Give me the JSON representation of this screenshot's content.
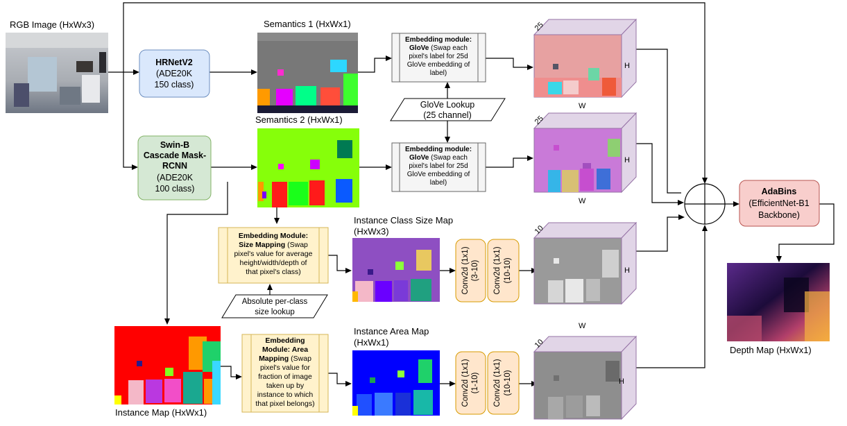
{
  "input": {
    "label": "RGB Image (HxWx3)"
  },
  "models": {
    "hrnet": {
      "name": "HRNetV2",
      "line1": "(ADE20K",
      "line2": "150 class)",
      "fill": "#dae8fc",
      "stroke": "#6c8ebf"
    },
    "swin": {
      "name1": "Swin-B",
      "name2": "Cascade Mask-",
      "name3": "RCNN",
      "line1": "(ADE20K",
      "line2": "100 class)",
      "fill": "#d5e8d4",
      "stroke": "#82b366"
    },
    "adabins": {
      "name": "AdaBins",
      "line1": "(EfficientNet-B1",
      "line2": "Backbone)",
      "fill": "#f8cecc",
      "stroke": "#b85450"
    }
  },
  "maps": {
    "sem1": "Semantics 1 (HxWx1)",
    "sem2": "Semantics 2 (HxWx1)",
    "size_map_1": "Instance Class Size Map",
    "size_map_2": "(HxWx3)",
    "area_map_1": "Instance Area Map",
    "area_map_2": "(HxWx1)",
    "instance_map": "Instance Map (HxWx1)",
    "depth_map": "Depth Map (HxWx1)"
  },
  "embed": {
    "glove_title": "Embedding module:",
    "glove_bold": "GloVe",
    "glove_l1": "(Swap each",
    "glove_l2": "pixel's label for 25d",
    "glove_l3": "GloVe embedding of",
    "glove_l4": "label)",
    "size_title": "Embedding Module:",
    "size_bold": "Size Mapping",
    "size_l1": "(Swap",
    "size_l2": "pixel's value for average",
    "size_l3": "height/width/depth of",
    "size_l4": "that pixel's class)",
    "area_t1": "Embedding",
    "area_t2": "Module: Area",
    "area_t3": "Mapping",
    "area_l1": "(Swap",
    "area_l2": "pixel's value for",
    "area_l3": "fraction of image",
    "area_l4": "taken up by",
    "area_l5": "instance to which",
    "area_l6": "that pixel belongs)"
  },
  "lookups": {
    "glove_1": "GloVe Lookup",
    "glove_2": "(25 channel)",
    "size_1": "Absolute per-class",
    "size_2": "size lookup"
  },
  "convs": {
    "a1": "Conv2d (1x1)",
    "a1b": "(3-10)",
    "a2": "Conv2d (1x1)",
    "a2b": "(10-10)",
    "b1": "Conv2d (1x1)",
    "b1b": "(1-10)",
    "b2": "Conv2d (1x1)",
    "b2b": "(10-10)"
  },
  "cubes": {
    "c1_depth": "25",
    "c2_depth": "25",
    "c3_depth": "10",
    "c4_depth": "10",
    "h": "H",
    "w": "W"
  },
  "colors": {
    "embed_fill": "#f5f5f5",
    "embed_stroke": "#666666",
    "size_fill": "#fff2cc",
    "size_stroke": "#d6b656",
    "conv_fill": "#ffe6cc",
    "conv_stroke": "#d79b00",
    "cube_side": "#e1d5e7",
    "cube_stroke": "#9673a6"
  }
}
